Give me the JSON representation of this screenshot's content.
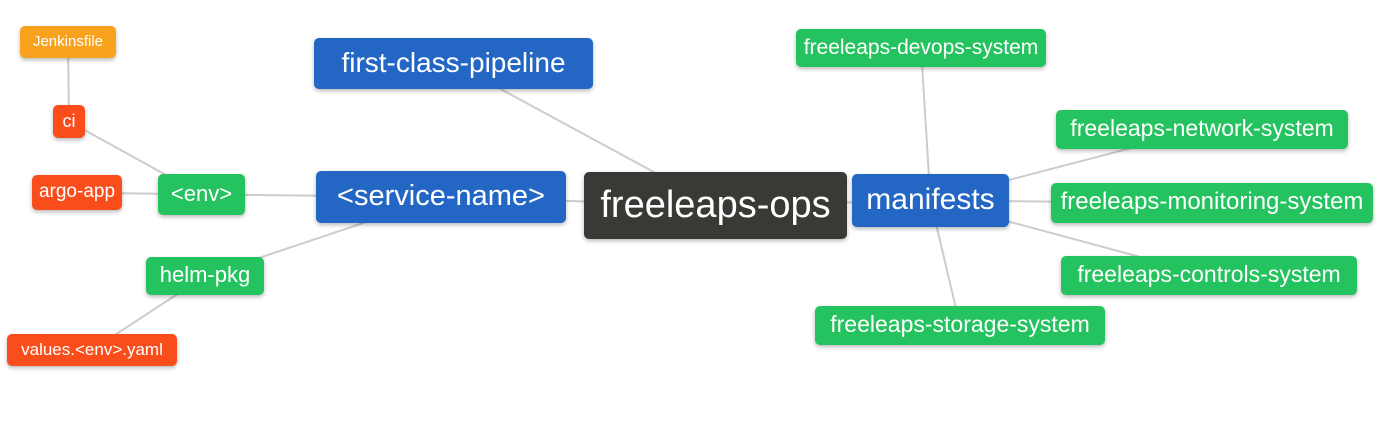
{
  "diagram": {
    "type": "mindmap",
    "root_label": "freeleaps-ops",
    "palette": {
      "dark": "#3B3936",
      "blue": "#2366C4",
      "green": "#25C35F",
      "red": "#F94D1C",
      "orange": "#F8A21D",
      "edge": "#CCCCCC",
      "background": "#FFFFFF",
      "text": "#FFFFFF"
    },
    "nodes": {
      "freeleaps-ops": {
        "label": "freeleaps-ops",
        "color": "dark"
      },
      "first-class-pipeline": {
        "label": "first-class-pipeline",
        "color": "blue"
      },
      "service-name": {
        "label": "<service-name>",
        "color": "blue"
      },
      "manifests": {
        "label": "manifests",
        "color": "blue"
      },
      "env": {
        "label": "<env>",
        "color": "green"
      },
      "helm-pkg": {
        "label": "helm-pkg",
        "color": "green"
      },
      "jenkinsfile": {
        "label": "Jenkinsfile",
        "color": "orange"
      },
      "ci": {
        "label": "ci",
        "color": "red"
      },
      "argo-app": {
        "label": "argo-app",
        "color": "red"
      },
      "values-env-yaml": {
        "label": "values.<env>.yaml",
        "color": "red"
      },
      "devops-system": {
        "label": "freeleaps-devops-system",
        "color": "green"
      },
      "network-system": {
        "label": "freeleaps-network-system",
        "color": "green"
      },
      "monitoring-system": {
        "label": "freeleaps-monitoring-system",
        "color": "green"
      },
      "controls-system": {
        "label": "freeleaps-controls-system",
        "color": "green"
      },
      "storage-system": {
        "label": "freeleaps-storage-system",
        "color": "green"
      }
    },
    "edges": [
      [
        "jenkinsfile",
        "ci"
      ],
      [
        "ci",
        "env"
      ],
      [
        "argo-app",
        "env"
      ],
      [
        "env",
        "service-name"
      ],
      [
        "helm-pkg",
        "service-name"
      ],
      [
        "values-env-yaml",
        "helm-pkg"
      ],
      [
        "service-name",
        "freeleaps-ops"
      ],
      [
        "first-class-pipeline",
        "freeleaps-ops"
      ],
      [
        "freeleaps-ops",
        "manifests"
      ],
      [
        "manifests",
        "devops-system"
      ],
      [
        "manifests",
        "network-system"
      ],
      [
        "manifests",
        "monitoring-system"
      ],
      [
        "manifests",
        "controls-system"
      ],
      [
        "manifests",
        "storage-system"
      ]
    ]
  }
}
